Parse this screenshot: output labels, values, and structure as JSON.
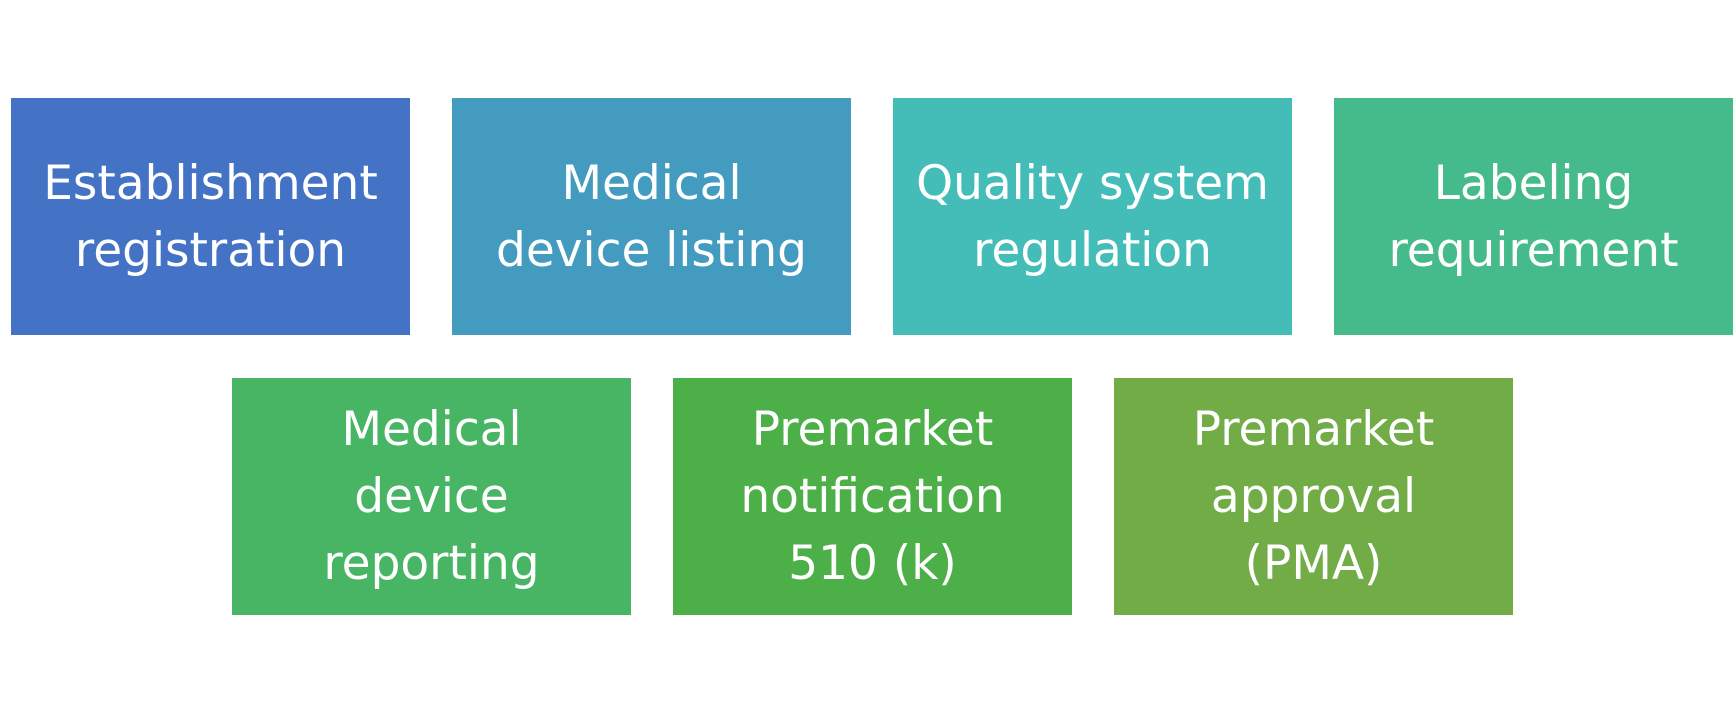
{
  "boxes": [
    {
      "label": "Establishment\nregistration",
      "color": "#4472C4"
    },
    {
      "label": "Medical\ndevice listing",
      "color": "#449BC0"
    },
    {
      "label": "Quality system\nregulation",
      "color": "#44BDB9"
    },
    {
      "label": "Labeling\nrequirement",
      "color": "#45BA8A"
    },
    {
      "label": "Medical\ndevice\nreporting",
      "color": "#47B563"
    },
    {
      "label": "Premarket\nnotification\n510 (k)",
      "color": "#4DAF48"
    },
    {
      "label": "Premarket\napproval\n(PMA)",
      "color": "#72AC47"
    }
  ]
}
